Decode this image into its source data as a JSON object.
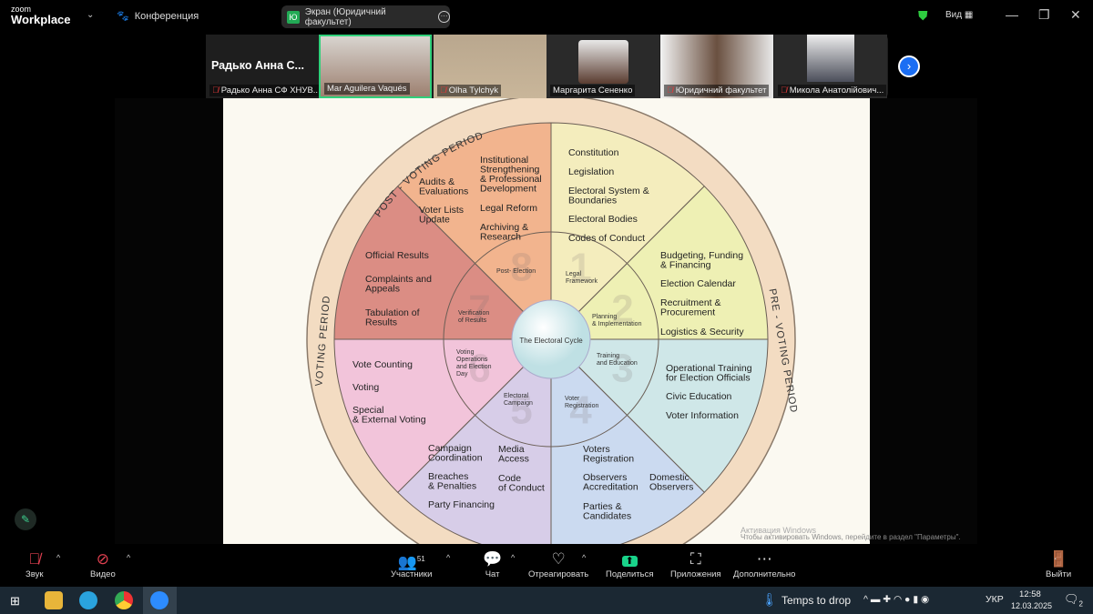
{
  "app": {
    "logo_small": "zoom",
    "logo_big": "Workplace",
    "meeting_label": "Конференция",
    "share_badge": "Ю",
    "share_label": "Экран (Юридичний факультет)",
    "view_label": "Вид"
  },
  "participants": [
    {
      "name": "Радько Анна СФ ХНУВ...",
      "title": "Радько Анна С..."
    },
    {
      "name": "Mar Aguilera Vaqués"
    },
    {
      "name": "Olha Tylchyk"
    },
    {
      "name": "Маргарита Сененко"
    },
    {
      "name": "Юридичний факультет"
    },
    {
      "name": "Микола Анатолійович..."
    }
  ],
  "slide": {
    "center": "The Electoral Cycle",
    "periods": [
      "POST - VOTING PERIOD",
      "PRE - VOTING PERIOD",
      "VOTING PERIOD"
    ],
    "colors": [
      "#f4edbd",
      "#eef0b4",
      "#cfe7e8",
      "#cbdaf0",
      "#d7cde8",
      "#f2c4da",
      "#db8d84",
      "#f2b48e"
    ],
    "sectors": [
      {
        "num": "1",
        "inner": [
          "Legal",
          "Framework"
        ],
        "items": [
          [
            "Constitution"
          ],
          [
            "Legislation"
          ],
          [
            "Electoral System &",
            "Boundaries"
          ],
          [
            "Electoral Bodies"
          ],
          [
            "Codes of Conduct"
          ]
        ]
      },
      {
        "num": "2",
        "inner": [
          "Planning",
          "& Implementation"
        ],
        "items": [
          [
            "Budgeting, Funding",
            "& Financing"
          ],
          [
            "Election Calendar"
          ],
          [
            "Recruitment &",
            "Procurement"
          ],
          [
            "Logistics & Security"
          ]
        ]
      },
      {
        "num": "3",
        "inner": [
          "Training",
          "and Education"
        ],
        "items": [
          [
            "Operational Training",
            "for Election Officials"
          ],
          [
            "Civic Education"
          ],
          [
            "Voter Information"
          ]
        ]
      },
      {
        "num": "4",
        "inner": [
          "Voter",
          "Registration"
        ],
        "items": [
          [
            "Voters",
            "Registration"
          ],
          [
            "Observers",
            "Accreditation"
          ],
          [
            "Domestic",
            "Observers"
          ],
          [
            "Parties &",
            "Candidates"
          ]
        ]
      },
      {
        "num": "5",
        "inner": [
          "Electoral",
          "Campaign"
        ],
        "items": [
          [
            "Campaign",
            "Coordination"
          ],
          [
            "Media",
            "Access"
          ],
          [
            "Breaches",
            "& Penalties"
          ],
          [
            "Code",
            "of Conduct"
          ],
          [
            "Party Financing"
          ]
        ]
      },
      {
        "num": "6",
        "inner": [
          "Voting",
          "Operations",
          "and Election",
          "Day"
        ],
        "items": [
          [
            "Vote Counting"
          ],
          [
            "Voting"
          ],
          [
            "Special",
            "& External Voting"
          ]
        ]
      },
      {
        "num": "7",
        "inner": [
          "Verification",
          "of Results"
        ],
        "items": [
          [
            "Official Results"
          ],
          [
            "Complaints and",
            "Appeals"
          ],
          [
            "Tabulation of",
            "Results"
          ]
        ]
      },
      {
        "num": "8",
        "inner": [
          "Post- Election"
        ],
        "items": [
          [
            "Audits &",
            "Evaluations"
          ],
          [
            "Voter Lists",
            "Update"
          ],
          [
            "Institutional",
            "Strengthening",
            "& Professional",
            "Development"
          ],
          [
            "Legal Reform"
          ],
          [
            "Archiving &",
            "Research"
          ]
        ]
      }
    ],
    "watermark": [
      "Активация Windows",
      "Чтобы активировать Windows, перейдите в раздел \"Параметры\"."
    ]
  },
  "toolbar": {
    "audio": "Звук",
    "video": "Видео",
    "participants": "Участники",
    "participants_count": "51",
    "chat": "Чат",
    "react": "Отреагировать",
    "share": "Поделиться",
    "apps": "Приложения",
    "more": "Дополнительно",
    "leave": "Выйти"
  },
  "taskbar": {
    "weather": "Temps to drop",
    "lang": "УКР",
    "time": "12:58",
    "date": "12.03.2025",
    "notif": "2"
  }
}
